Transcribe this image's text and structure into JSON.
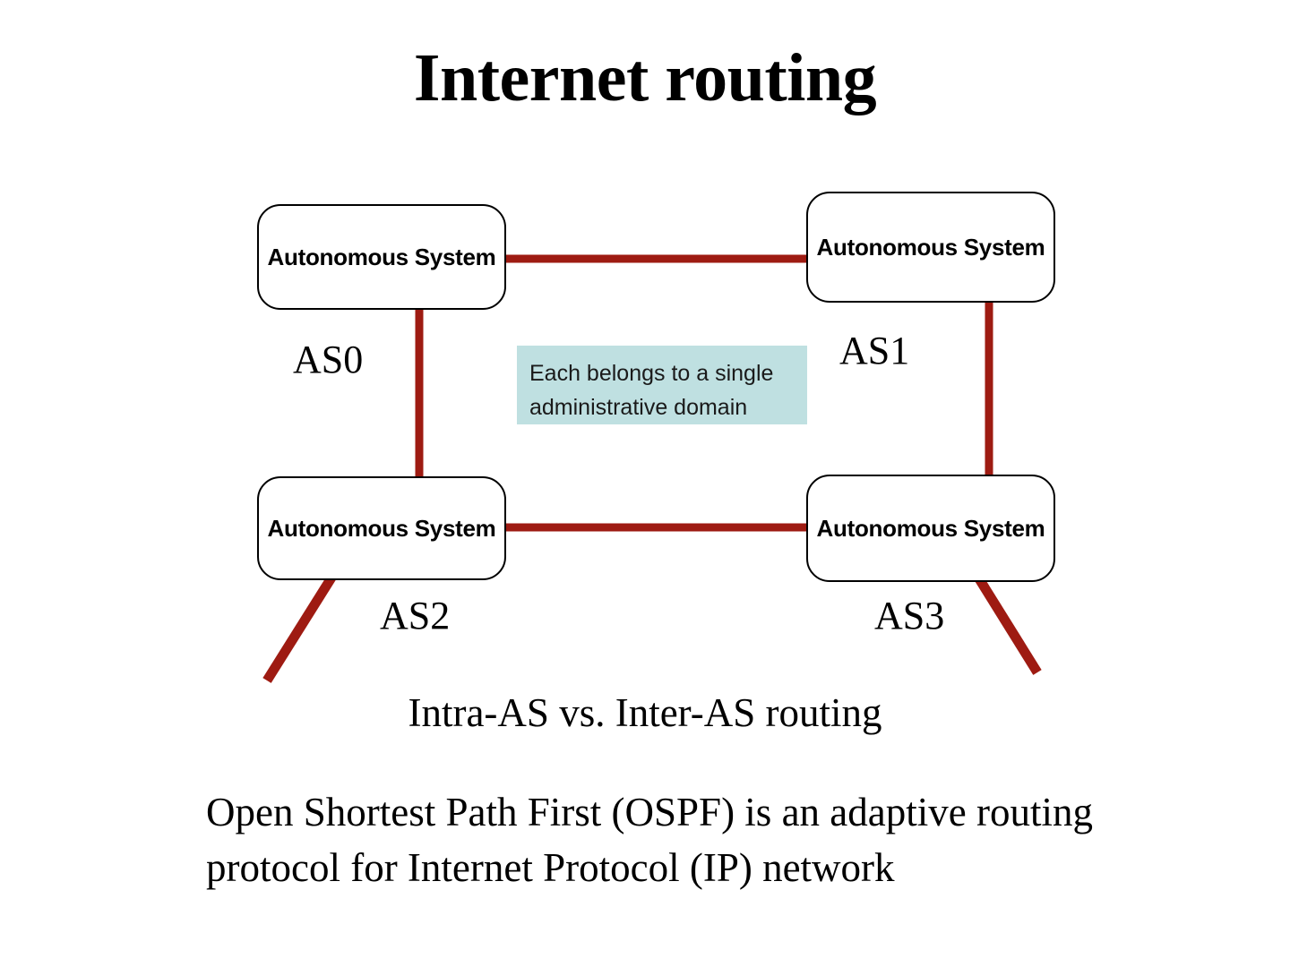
{
  "slide": {
    "title": "Internet routing",
    "background_color": "#ffffff"
  },
  "diagram": {
    "link_color": "#9e1b12",
    "node_border_color": "#000000",
    "node_fill_color": "#ffffff",
    "nodes": [
      {
        "id": "as0",
        "label": "Autonomous System",
        "caption": "AS0"
      },
      {
        "id": "as1",
        "label": "Autonomous System",
        "caption": "AS1"
      },
      {
        "id": "as2",
        "label": "Autonomous System",
        "caption": "AS2"
      },
      {
        "id": "as3",
        "label": "Autonomous System",
        "caption": "AS3"
      }
    ],
    "links": [
      {
        "from": "as0",
        "to": "as1",
        "orientation": "horizontal"
      },
      {
        "from": "as2",
        "to": "as3",
        "orientation": "horizontal"
      },
      {
        "from": "as0",
        "to": "as2",
        "orientation": "vertical"
      },
      {
        "from": "as1",
        "to": "as3",
        "orientation": "vertical"
      },
      {
        "from": "as2",
        "to": "external",
        "orientation": "diagonal-down-left"
      },
      {
        "from": "as3",
        "to": "external",
        "orientation": "diagonal-down-right"
      }
    ]
  },
  "callout": {
    "background_color": "#bfe0e1",
    "line1": "Each belongs to a single",
    "line2": "administrative domain"
  },
  "subtitle": "Intra-AS vs. Inter-AS routing",
  "paragraph": {
    "line1": "Open Shortest Path First (OSPF) is an adaptive routing",
    "line2": "protocol for Internet Protocol (IP) network"
  }
}
